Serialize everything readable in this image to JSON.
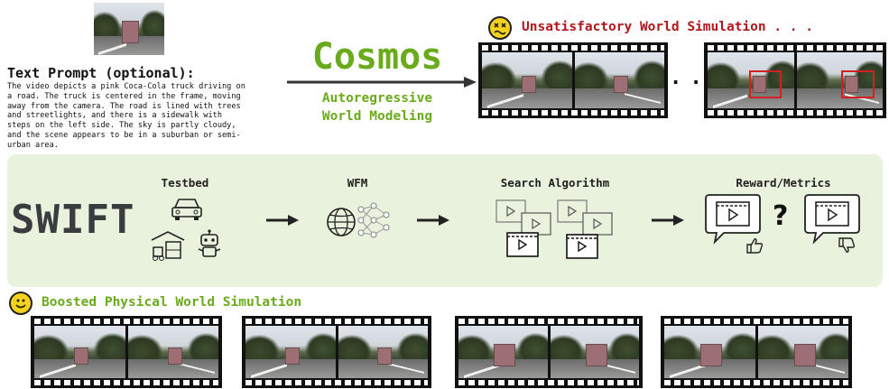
{
  "prompt": {
    "title": "Text Prompt (optional):",
    "lines": [
      "The video depicts a pink Coca-Cola truck driving on",
      "a road. The truck is centered in the frame, moving",
      "away from the camera. The road is lined with trees",
      "and streetlights, and there is a sidewalk with",
      "steps on the left side. The sky is partly cloudy,",
      "and the scene appears to be in a suburban or semi-",
      "urban area."
    ]
  },
  "cosmos": {
    "title": "Cosmos",
    "subtitle_line1": "Autoregressive",
    "subtitle_line2": "World Modeling"
  },
  "unsatisfactory": {
    "label": "Unsatisfactory World Simulation . . .",
    "ellipsis": ". . ."
  },
  "pipeline": {
    "name": "SWIFT",
    "steps": [
      "Testbed",
      "WFM",
      "Search Algorithm",
      "Reward/Metrics"
    ],
    "question_mark": "?"
  },
  "boosted": {
    "label": "Boosted Physical World Simulation"
  },
  "colors": {
    "accent_green": "#6aab1c",
    "warning_red": "#b1161a",
    "panel_bg": "#e9f2dc",
    "face_yellow": "#f5d21c"
  },
  "icons": [
    "car-icon",
    "forklift-warehouse-icon",
    "robot-icon",
    "globe-icon",
    "neural-network-icon",
    "video-frames-icon",
    "speech-bubble-video-icon",
    "thumbs-up-icon",
    "thumbs-down-icon",
    "dizzy-face-icon",
    "smiley-face-icon"
  ]
}
